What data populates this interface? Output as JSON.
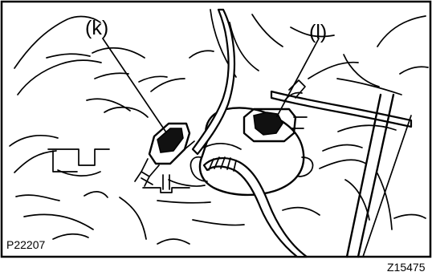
{
  "labels": {
    "k": "(k)",
    "l": "(l)"
  },
  "codes": {
    "left": "P22207",
    "right": "Z15475"
  }
}
